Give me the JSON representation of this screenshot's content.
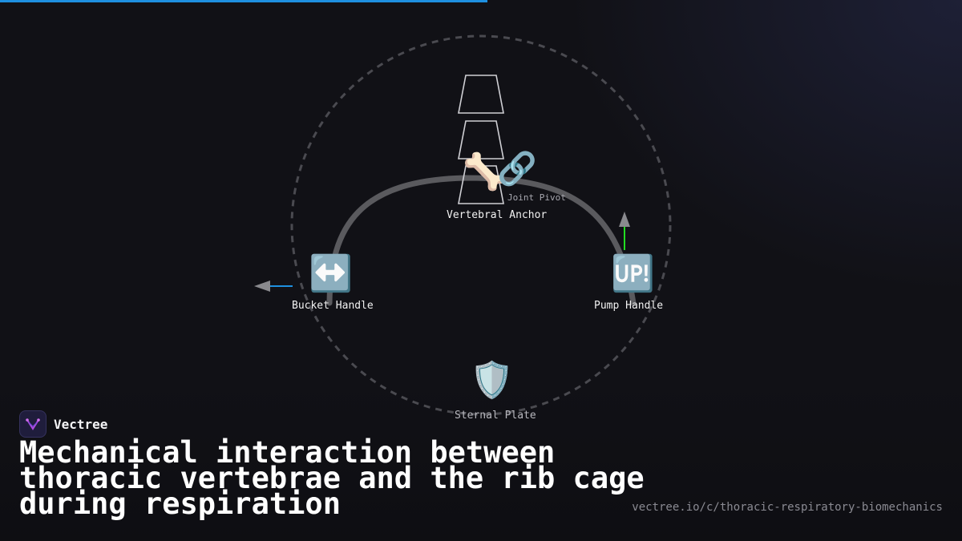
{
  "progress": {
    "fraction": 0.507,
    "color": "#1e90e0"
  },
  "diagram": {
    "nodes": {
      "vertebral_anchor": {
        "icon": "bone-icon",
        "glyph": "🦴",
        "label": "Vertebral Anchor"
      },
      "joint_pivot": {
        "icon": "link-icon",
        "glyph": "🔗",
        "label": "Joint Pivot"
      },
      "bucket_handle": {
        "icon": "left-right-arrow-icon",
        "glyph": "↔️",
        "label": "Bucket Handle"
      },
      "pump_handle": {
        "icon": "up-button-icon",
        "glyph": "🆙",
        "label": "Pump Handle"
      },
      "sternal_plate": {
        "icon": "shield-icon",
        "glyph": "🛡️",
        "label": "Sternal Plate"
      }
    },
    "colors": {
      "rib_arc": "#5a5a5e",
      "vertebra_outline": "#cfcfd4",
      "dashed_circle": "#4a4a50",
      "bucket_arrow": "#1e90e0",
      "pump_arrow": "#22dd22",
      "arrow_head": "#8a8a8e"
    }
  },
  "brand": {
    "name": "Vectree",
    "icon": "vectree-logo-icon",
    "accent": "#b04ae0"
  },
  "title": "Mechanical interaction between thoracic vertebrae and the rib cage during respiration",
  "url": "vectree.io/c/thoracic-respiratory-biomechanics"
}
